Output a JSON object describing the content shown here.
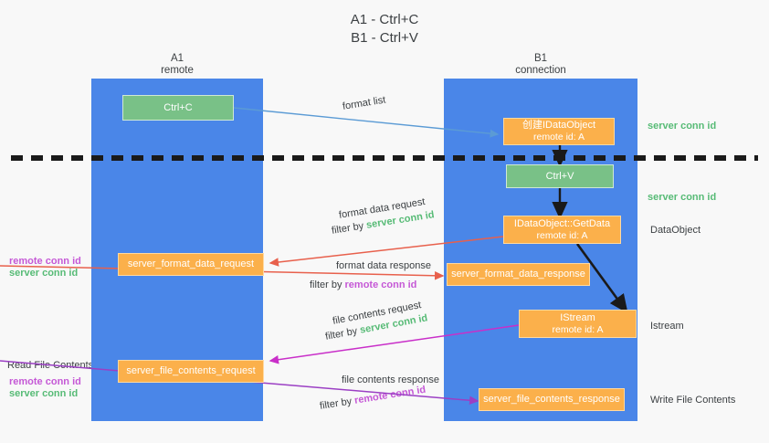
{
  "title": {
    "line1": "A1 - Ctrl+C",
    "line2": "B1 - Ctrl+V"
  },
  "colors": {
    "lane": "#4a86e8",
    "green_node": "#79c187",
    "orange_node": "#fbb04b",
    "server_conn_id": "#57bb76",
    "remote_conn_id": "#c558d6",
    "arrow_blue": "#5b9bd5",
    "arrow_red": "#e8604c",
    "arrow_magenta": "#c92fc9",
    "arrow_purple": "#9b3fc4",
    "arrow_black": "#1a1a1a",
    "background": "#f8f8f8"
  },
  "lanes": [
    {
      "id": "a1",
      "title": "A1",
      "subtitle": "remote"
    },
    {
      "id": "b1",
      "title": "B1",
      "subtitle": "connection"
    }
  ],
  "nodes": [
    {
      "id": "ctrl-c",
      "label": "Ctrl+C",
      "sub": "",
      "style": "green"
    },
    {
      "id": "create-idataobject",
      "label": "创建IDataObject",
      "sub": "remote id: A",
      "style": "orange"
    },
    {
      "id": "ctrl-v",
      "label": "Ctrl+V",
      "sub": "",
      "style": "green"
    },
    {
      "id": "idataobject-getdata",
      "label": "IDataObject::GetData",
      "sub": "remote id: A",
      "style": "orange"
    },
    {
      "id": "server-format-data-request",
      "label": "server_format_data_request",
      "sub": "",
      "style": "orange"
    },
    {
      "id": "server-format-data-response",
      "label": "server_format_data_response",
      "sub": "",
      "style": "orange"
    },
    {
      "id": "istream",
      "label": "IStream",
      "sub": "remote id: A",
      "style": "orange"
    },
    {
      "id": "server-file-contents-request",
      "label": "server_file_contents_request",
      "sub": "",
      "style": "orange"
    },
    {
      "id": "server-file-contents-response",
      "label": "server_file_contents_response",
      "sub": "",
      "style": "orange"
    }
  ],
  "edge_labels": {
    "format_list": "format list",
    "format_data_request": "format data request",
    "format_data_response": "format data response",
    "file_contents_request": "file contents request",
    "file_contents_response": "file contents response",
    "filter_by": "filter by",
    "server_conn_id": "server conn id",
    "remote_conn_id": "remote conn id"
  },
  "right_labels": [
    {
      "id": "server-conn-id-top",
      "text": "server conn id",
      "kind": "green"
    },
    {
      "id": "server-conn-id-mid",
      "text": "server conn id",
      "kind": "green"
    },
    {
      "id": "dataobject",
      "text": "DataObject",
      "kind": "plain"
    },
    {
      "id": "istream",
      "text": "Istream",
      "kind": "plain"
    },
    {
      "id": "write-file-contents",
      "text": "Write File Contents",
      "kind": "plain"
    }
  ],
  "left_labels": {
    "group_a": {
      "remote": "remote conn id",
      "server": "server conn id"
    },
    "read_file_contents": "Read File Contents",
    "group_b": {
      "remote": "remote conn id",
      "server": "server conn id"
    }
  }
}
